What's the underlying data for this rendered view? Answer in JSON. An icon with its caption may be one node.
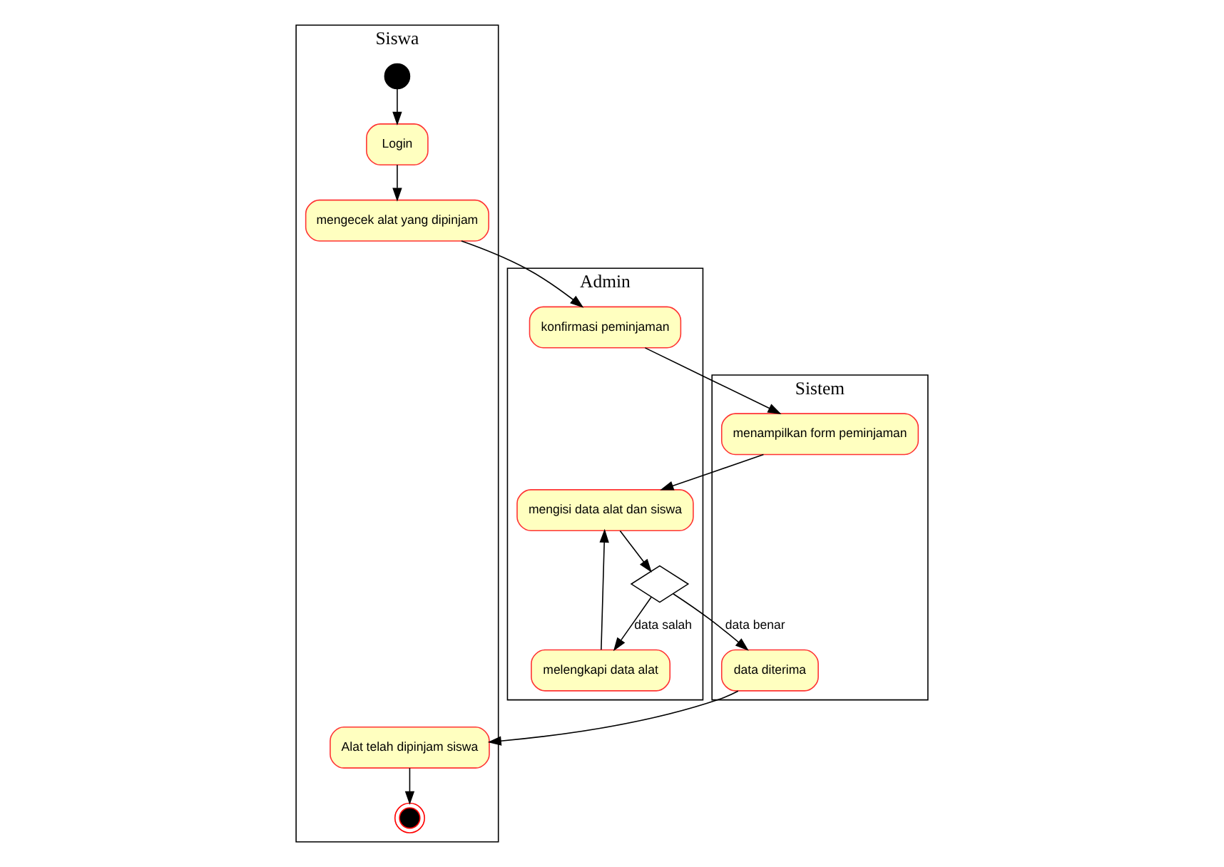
{
  "diagram": {
    "nodes": [
      {
        "text": [
          "Siswa"
        ]
      },
      {
        "text": [
          "Admin"
        ]
      },
      {
        "text": [
          "Sistem"
        ]
      },
      {
        "text": [],
        "shape": "circle",
        "in": 0
      },
      {
        "text": [
          "Login"
        ],
        "in": 0
      },
      {
        "text": [
          "mengecek alat yang dipinjam"
        ],
        "in": 0
      },
      {
        "text": [
          "konfirmasi peminjaman"
        ],
        "in": 1
      },
      {
        "text": [
          "menampilkan form peminjaman"
        ],
        "in": 2
      },
      {
        "text": [
          "mengisi data alat dan siswa"
        ],
        "in": 1
      },
      {
        "text": [],
        "shape": "diamond",
        "in": 1
      },
      {
        "text": [
          "data diterima"
        ],
        "in": 2
      },
      {
        "text": [
          "melengkapi data alat"
        ],
        "in": 1
      },
      {
        "text": [
          "Alat telah dipinjam siswa"
        ],
        "in": 0
      },
      {
        "text": [],
        "shape": "circle",
        "in": 0
      }
    ],
    "edges": [
      {
        "from": 3,
        "to": 4,
        "arrow": "to"
      },
      {
        "from": 4,
        "to": 5,
        "arrow": "to"
      },
      {
        "from": 5,
        "to": 6,
        "arrow": "to"
      },
      {
        "from": 6,
        "to": 7,
        "arrow": "to"
      },
      {
        "from": 7,
        "to": 8,
        "arrow": "to"
      },
      {
        "from": 8,
        "to": 9,
        "arrow": "to"
      },
      {
        "from": 9,
        "to": 10,
        "label": "data benar",
        "arrow": "to"
      },
      {
        "from": 9,
        "to": 11,
        "label": "data salah",
        "arrow": "to"
      },
      {
        "from": 11,
        "to": 8,
        "arrow": "to"
      },
      {
        "from": 10,
        "to": 12,
        "arrow": "to"
      },
      {
        "from": 12,
        "to": 13,
        "arrow": "to"
      }
    ]
  }
}
